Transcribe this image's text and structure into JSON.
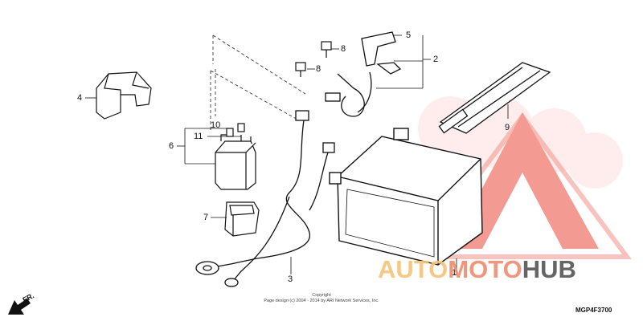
{
  "callouts": {
    "c1": "1",
    "c2": "2",
    "c3": "3",
    "c4": "4",
    "c5": "5",
    "c6": "6",
    "c7": "7",
    "c8a": "8",
    "c8b": "8",
    "c9": "9",
    "c10": "10",
    "c11": "11"
  },
  "copyright": {
    "line1": "Copyright",
    "line2": "Page design (c) 2004 - 2014 by ARI Network Services, Inc."
  },
  "diagram_code": "MGP4F3700",
  "direction_label": "FR.",
  "watermark": {
    "auto": "AUTO",
    "moto": "MOTO",
    "hub": "HUB",
    "colors": {
      "auto": "#f5c478",
      "moto": "#f08a70",
      "hub": "#555555",
      "logo": "#f07a70"
    }
  }
}
